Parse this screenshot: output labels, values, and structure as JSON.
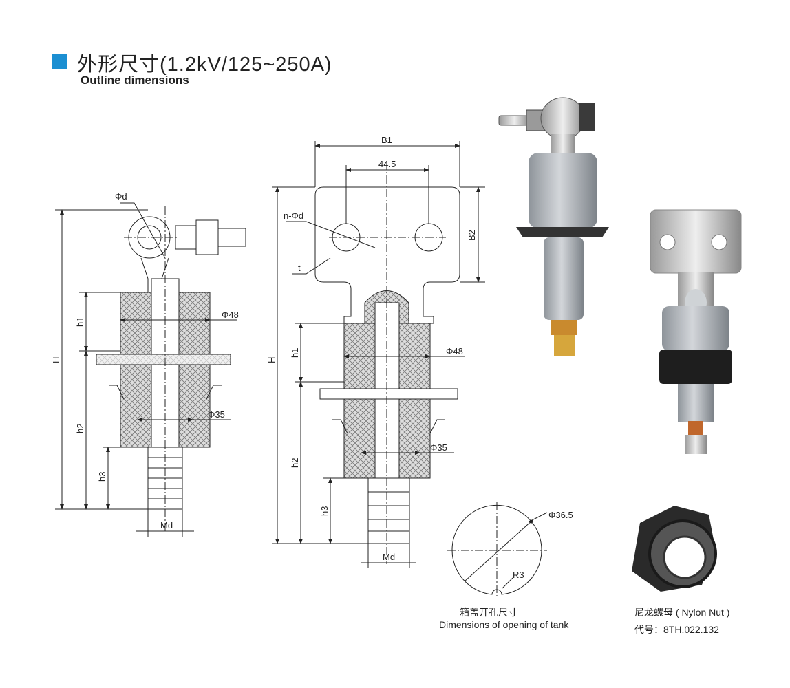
{
  "header": {
    "title": "外形尺寸(1.2kV/125~250A)",
    "subtitle": "Outline dimensions",
    "accent": "#1b8fd2"
  },
  "drawing_left": {
    "phi_d": "Φd",
    "phi48": "Φ48",
    "phi35": "Φ35",
    "H": "H",
    "h1": "h1",
    "h2": "h2",
    "h3": "h3",
    "Md": "Md"
  },
  "drawing_middle": {
    "B1": "B1",
    "dim_44_5": "44.5",
    "B2": "B2",
    "n_phi_d": "n-Φd",
    "t": "t",
    "phi48": "Φ48",
    "phi35": "Φ35",
    "H": "H",
    "h1": "h1",
    "h2": "h2",
    "h3": "h3",
    "Md": "Md"
  },
  "tank_opening": {
    "phi36_5": "Φ36.5",
    "R3": "R3",
    "caption_cn": "箱盖开孔尺寸",
    "caption_en": "Dimensions of opening of tank"
  },
  "nylon_nut": {
    "caption": "尼龙螺母 ( Nylon Nut )",
    "code": "代号：8TH.022.132"
  }
}
